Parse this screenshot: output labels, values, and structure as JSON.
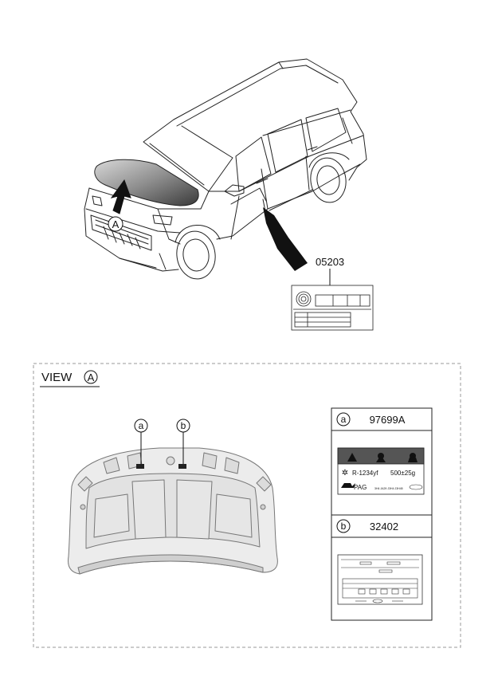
{
  "top": {
    "part_number": "05203",
    "view_marker": "A"
  },
  "view": {
    "title": "VIEW",
    "marker": "A",
    "callout_a": "a",
    "callout_b": "b"
  },
  "legend": {
    "a": {
      "letter": "a",
      "part_number": "97699A"
    },
    "b": {
      "letter": "b",
      "part_number": "32402"
    }
  },
  "aircon_label": {
    "refrigerant": "R-1234yf",
    "amount": "500±25g",
    "oil": "PAG",
    "codes": "3H4 JA29 J3H4 J3H45"
  }
}
